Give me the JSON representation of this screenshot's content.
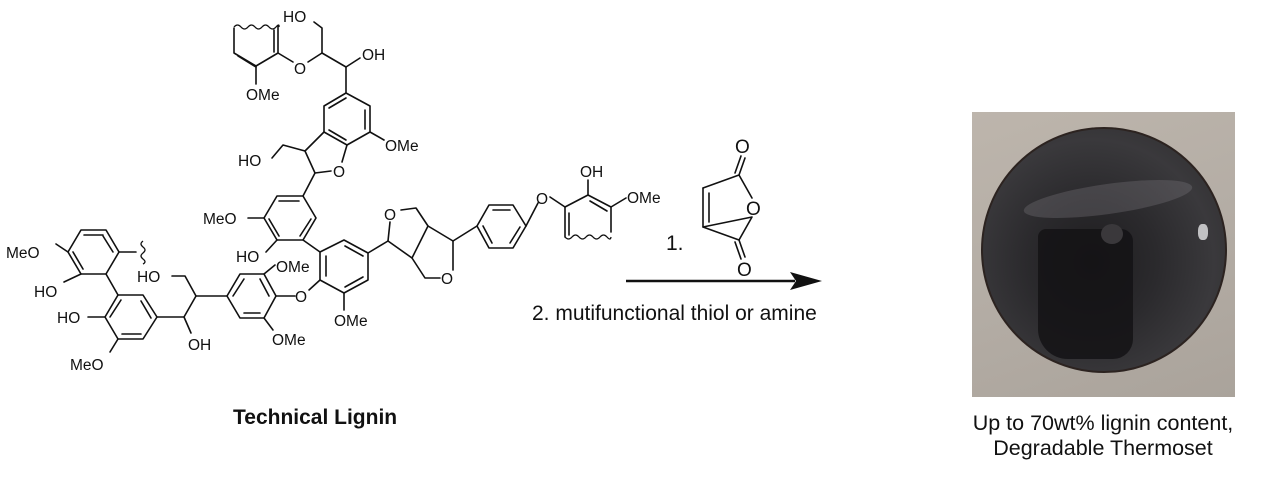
{
  "scheme": {
    "starting_material": {
      "name": "Technical Lignin",
      "atom_labels": {
        "top_ho": "HO",
        "top_oh": "OH",
        "top_ome_partial_ring": "OMe",
        "ether_o_top": "O",
        "benzofuran_ome": "OMe",
        "benzofuran_o": "O",
        "ch2oh_ho": "HO",
        "ring3_meo": "MeO",
        "ring3_ho": "HO",
        "ring5_ome_top": "OMe",
        "ring5_ome_bottom": "OMe",
        "diaryl_ether_o": "O",
        "ring4_ome_bottom": "OMe",
        "left_meo_top": "MeO",
        "left_ho_top": "HO",
        "left_ho_bottom": "HO",
        "left_meo_bottom": "MeO",
        "side_chain_ho": "HO",
        "side_chain_oh": "OH",
        "bicyclic_o_top": "O",
        "bicyclic_o_bottom": "O",
        "aryl_ether_o": "O",
        "right_oh": "OH",
        "right_ome": "OMe"
      }
    },
    "reagent": {
      "step1_label": "1.",
      "maleic_anhydride_o_top": "O",
      "maleic_anhydride_o_ring": "O",
      "maleic_anhydride_o_bottom": "O",
      "step2_label": "2. mutifunctional thiol or amine"
    },
    "product": {
      "caption_line1": "Up to 70wt% lignin content,",
      "caption_line2": "Degradable Thermoset",
      "photo_description": "black glossy thermoset disk on beige background"
    }
  }
}
